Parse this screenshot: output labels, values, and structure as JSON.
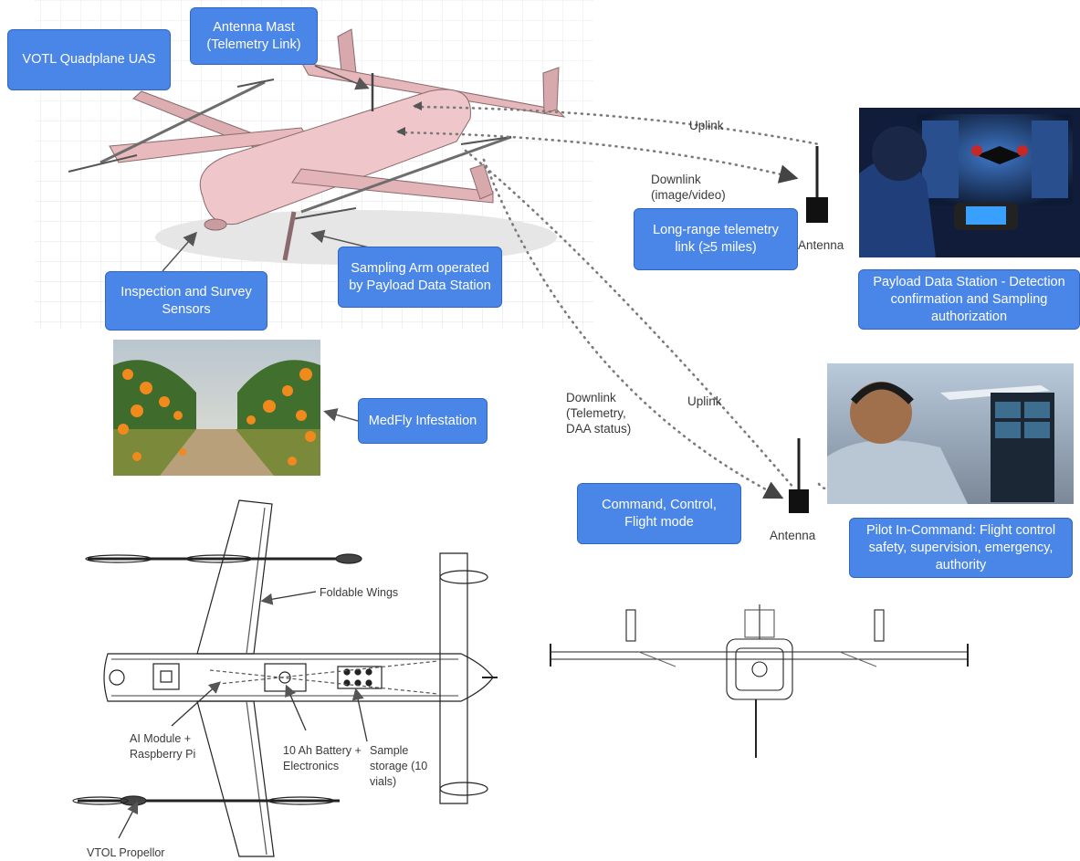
{
  "callouts": {
    "votl": "VOTL Quadplane UAS",
    "antenna_mast": "Antenna Mast (Telemetry Link)",
    "inspection": "Inspection and Survey Sensors",
    "sampling_arm": "Sampling Arm operated by Payload Data Station",
    "medfly": "MedFly Infestation",
    "long_range": "Long-range telemetry link (≥5 miles)",
    "payload_station": "Payload Data Station - Detection confirmation and Sampling authorization",
    "command": "Command, Control, Flight mode",
    "pic": "Pilot In-Command: Flight control safety, supervision, emergency, authority"
  },
  "links": {
    "uplink_top": "Uplink",
    "downlink_top": "Downlink (image/video)",
    "uplink_bottom": "Uplink",
    "downlink_bottom": "Downlink (Telemetry, DAA status)",
    "antenna_top": "Antenna",
    "antenna_bottom": "Antenna"
  },
  "schematic": {
    "foldable_wings": "Foldable Wings",
    "ai_module": "AI Module + Raspberry Pi",
    "battery": "10 Ah Battery + Electronics",
    "sample_storage": "Sample storage (10 vials)",
    "vtol_propellor": "VTOL Propellor"
  },
  "colors": {
    "callout_fill": "#4a86e8",
    "airframe": "#e8b9bd",
    "link_dots": "#777777"
  }
}
